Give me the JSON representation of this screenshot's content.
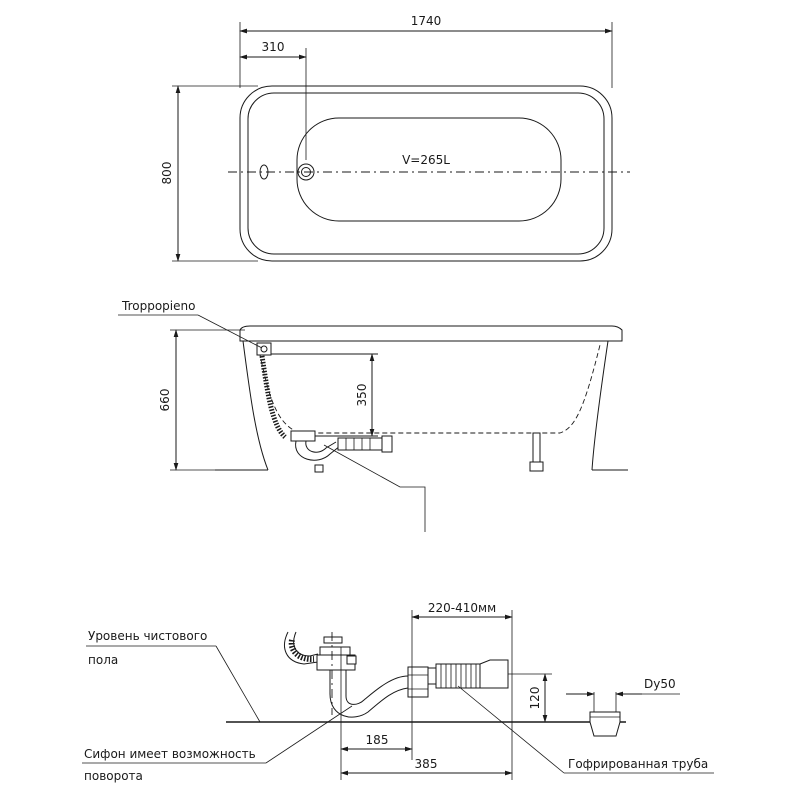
{
  "top_view": {
    "length": "1740",
    "width": "800",
    "overflow_offset": "310",
    "volume": "V=265L"
  },
  "side_view": {
    "overflow_label": "Troppopieno",
    "height": "660",
    "overflow_height": "350"
  },
  "siphon": {
    "floor_label_line1": "Уровень чистового",
    "floor_label_line2": "пола",
    "rotation_label_line1": "Сифон имеет возможность",
    "rotation_label_line2": "поворота",
    "adjust_range": "220-410мм",
    "pipe_height": "120",
    "outlet_diameter": "Dy50",
    "dim_185": "185",
    "dim_385": "385",
    "corrugated_label": "Гофрированная труба"
  }
}
